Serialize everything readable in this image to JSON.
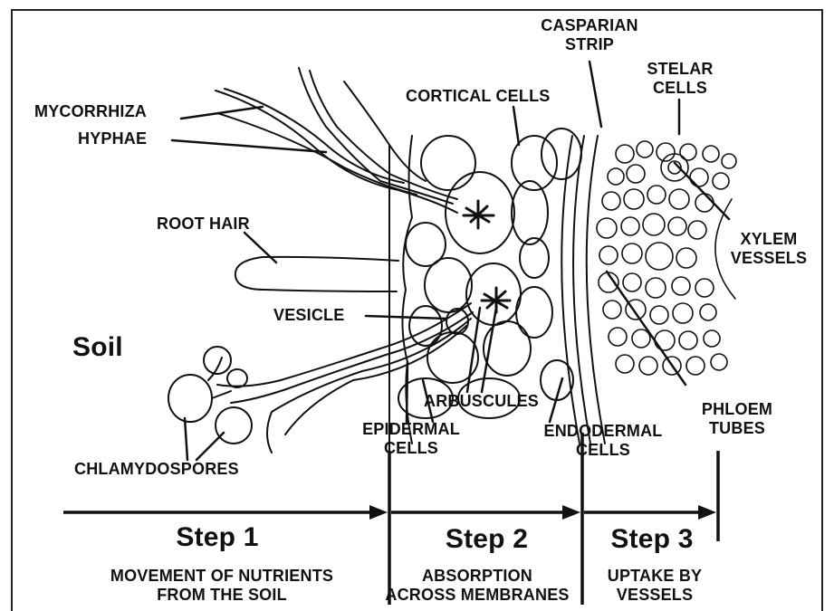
{
  "labels": {
    "mycorrhiza": "MYCORRHIZA",
    "hyphae": "HYPHAE",
    "root_hair": "ROOT HAIR",
    "vesicle": "VESICLE",
    "soil": "Soil",
    "chlamydospores": "CHLAMYDOSPORES",
    "cortical_cells": "CORTICAL CELLS",
    "casparian_strip_1": "CASPARIAN",
    "casparian_strip_2": "STRIP",
    "stelar_cells_1": "STELAR",
    "stelar_cells_2": "CELLS",
    "xylem_vessels_1": "XYLEM",
    "xylem_vessels_2": "VESSELS",
    "arbuscules": "ARBUSCULES",
    "epidermal_cells_1": "EPIDERMAL",
    "epidermal_cells_2": "CELLS",
    "endodermal_cells_1": "ENDODERMAL",
    "endodermal_cells_2": "CELLS",
    "phloem_tubes_1": "PHLOEM",
    "phloem_tubes_2": "TUBES"
  },
  "steps": [
    {
      "title": "Step 1",
      "line1": "MOVEMENT OF NUTRIENTS",
      "line2": "FROM THE SOIL"
    },
    {
      "title": "Step 2",
      "line1": "ABSORPTION",
      "line2": "ACROSS MEMBRANES"
    },
    {
      "title": "Step 3",
      "line1": "UPTAKE BY",
      "line2": "VESSELS"
    }
  ]
}
